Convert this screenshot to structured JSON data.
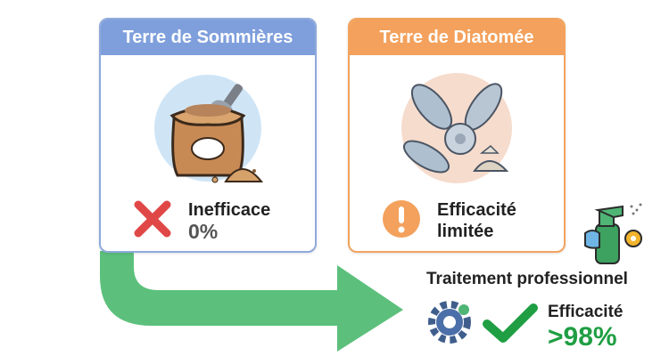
{
  "cards": [
    {
      "title": "Terre de Sommières",
      "status_line1": "Inefficace",
      "status_line2": "0%",
      "status_icon": "cross-icon",
      "accent": "#7f9fdc"
    },
    {
      "title": "Terre de Diatomée",
      "status_line1": "Efficacité",
      "status_line2": "limitée",
      "status_icon": "exclamation-icon",
      "accent": "#f3a15c"
    }
  ],
  "professional": {
    "title": "Traitement professionnel",
    "label": "Efficacité",
    "value": ">98%",
    "accent": "#1f9e43"
  },
  "arrow_color": "#5cc07c"
}
